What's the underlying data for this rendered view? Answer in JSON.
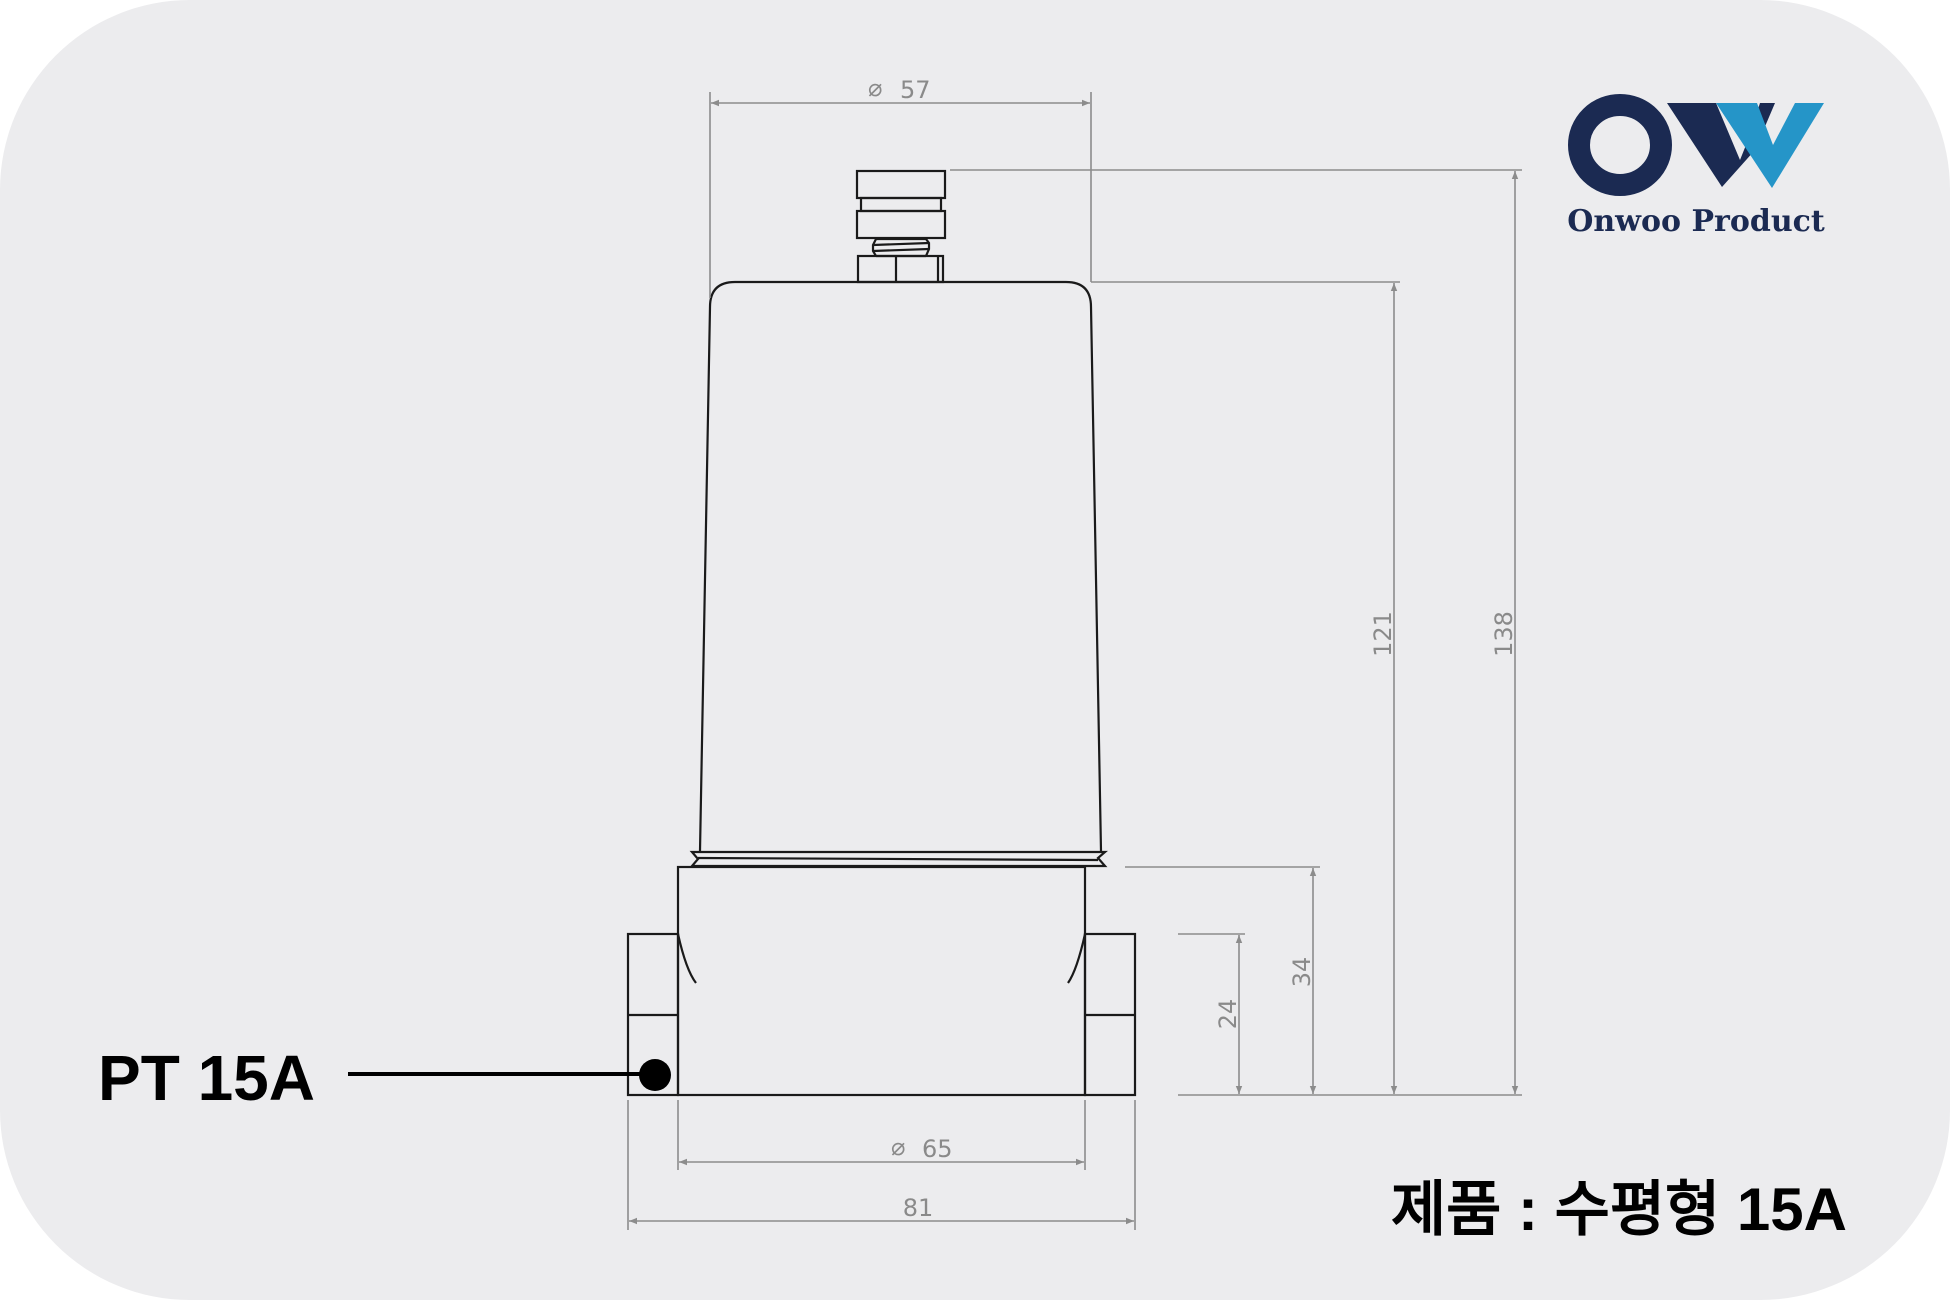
{
  "logo": {
    "brand_text": "Onwoo Product",
    "mark": "OW",
    "colors": {
      "dark": "#1b2a52",
      "light": "#2595c8"
    }
  },
  "dimensions": {
    "top_diameter": "57",
    "bottom_diameter": "65",
    "base_width": "81",
    "total_height": "138",
    "body_height": "121",
    "base_height": "34",
    "port_height": "24",
    "diameter_symbol": "⌀"
  },
  "callouts": {
    "port_label": "PT 15A",
    "product_label": "제품 : 수평형 15A"
  },
  "colors": {
    "background": "#ececee",
    "line": "#1a1a1a",
    "dimension": "#8c8c8c"
  }
}
